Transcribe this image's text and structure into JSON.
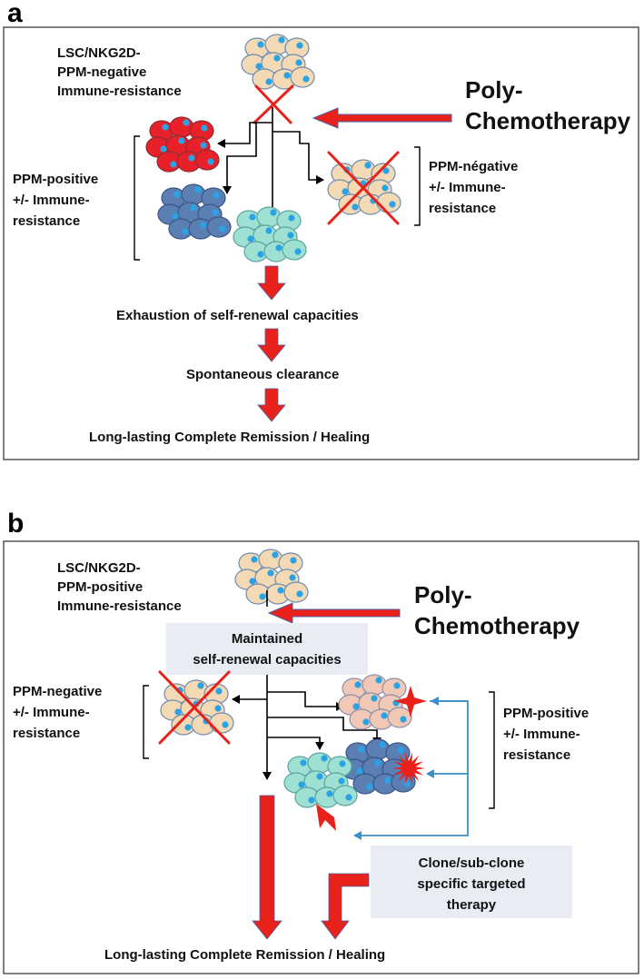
{
  "colors": {
    "arrow_red": "#e8211b",
    "arrow_outline": "#4a5fa8",
    "cell_peach": "#f3d9b4",
    "cell_red": "#e82029",
    "cell_slate": "#5b7fb3",
    "cell_mint": "#9ee0d2",
    "nucleus_blue": "#29a3e6",
    "feedback_blue": "#3a8fc8",
    "box_shade": "#e9edf3"
  },
  "panel_a": {
    "letter": "a",
    "lsc_line1": "LSC/NKG2D-",
    "lsc_line2": "PPM-negative",
    "lsc_line3": "Immune-resistance",
    "chemo_line1": "Poly-",
    "chemo_line2": "Chemotherapy",
    "left_line1": "PPM-positive",
    "left_line2": "+/- Immune-",
    "left_line3": "resistance",
    "right_line1": "PPM-négative",
    "right_line2": "+/- Immune-",
    "right_line3": "resistance",
    "step1": "Exhaustion of self-renewal capacities",
    "step2": "Spontaneous clearance",
    "step3": "Long-lasting Complete Remission / Healing"
  },
  "panel_b": {
    "letter": "b",
    "lsc_line1": "LSC/NKG2D-",
    "lsc_line2": "PPM-positive",
    "lsc_line3": "Immune-resistance",
    "chemo_line1": "Poly-",
    "chemo_line2": "Chemotherapy",
    "maintained_line1": "Maintained",
    "maintained_line2": "self-renewal capacities",
    "left_line1": "PPM-negative",
    "left_line2": "+/- Immune-",
    "left_line3": "resistance",
    "right_line1": "PPM-positive",
    "right_line2": "+/- Immune-",
    "right_line3": "resistance",
    "therapy_line1": "Clone/sub-clone",
    "therapy_line2": "specific targeted",
    "therapy_line3": "therapy",
    "final": "Long-lasting Complete Remission / Healing"
  }
}
